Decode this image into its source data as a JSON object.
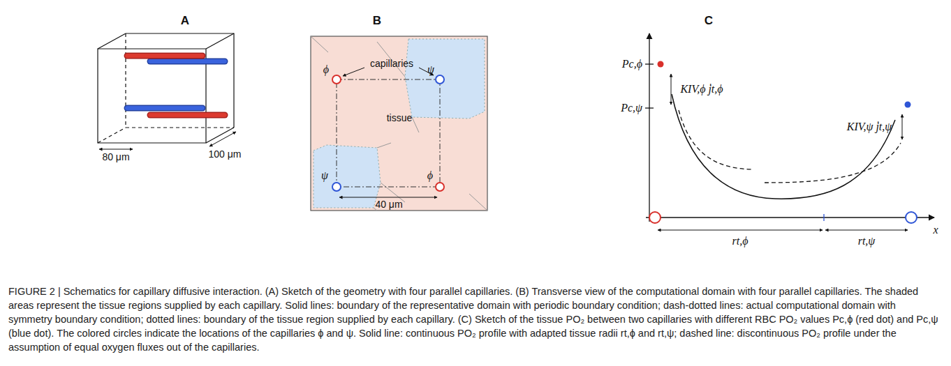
{
  "diagram": {
    "caption": "FIGURE 2 | Schematics for capillary diffusive interaction. (A) Sketch of the geometry with four parallel capillaries. (B) Transverse view of the computational domain with four parallel capillaries. The shaded areas represent the tissue regions supplied by each capillary. Solid lines: boundary of the representative domain with periodic boundary condition; dash-dotted lines: actual computational domain with symmetry boundary condition; dotted lines: boundary of the tissue region supplied by each capillary. (C) Sketch of the tissue PO₂ between two capillaries with different RBC PO₂ values Pc,ϕ (red dot) and Pc,ψ (blue dot). The colored circles indicate the locations of the capillaries ϕ and ψ. Solid line: continuous PO₂ profile with adapted tissue radii rt,ϕ and rt,ψ; dashed line: discontinuous PO₂ profile under the assumption of equal oxygen fluxes out of the capillaries.",
    "labels": [
      "A",
      "80 μm",
      "100 μm",
      "B",
      "capillaries",
      "ϕ",
      "ψ",
      "tissue",
      "ψ",
      "ϕ",
      "40 μm",
      "C",
      "Pc,ϕ",
      "Pc,ψ",
      "KIV,ϕ j̇t,ϕ",
      "KIV,ψ j̇t,ψ",
      "rt,ϕ",
      "rt,ψ",
      "x"
    ]
  }
}
